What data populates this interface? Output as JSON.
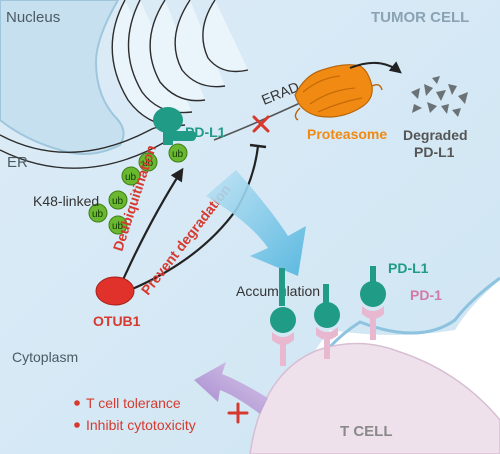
{
  "labels": {
    "nucleus": "Nucleus",
    "tumor_cell": "TUMOR CELL",
    "er": "ER",
    "erad": "ERAD",
    "proteasome": "Proteasome",
    "degraded_line1": "Degraded",
    "degraded_line2": "PD-L1",
    "pdl1_top": "PD-L1",
    "k48": "K48-linked",
    "ub": "ub",
    "deubiquitination": "Deubiquitination",
    "prevent_degradation": "Prevent degradation",
    "otub1": "OTUB1",
    "accumulation": "Accumulation",
    "pdl1_membrane": "PD-L1",
    "pd1": "PD-1",
    "cytoplasm": "Cytoplasm",
    "t_cell": "T CELL"
  },
  "outcomes": [
    "T cell tolerance",
    "Inhibit cytotoxicity"
  ],
  "colors": {
    "cytoplasm": "#d6eaf6",
    "nucleus": "#c9e1f0",
    "er": "#e6f2fa",
    "pdl1": "#1f9b86",
    "pd1": "#e7b8cf",
    "ub": "#6ab830",
    "otub1": "#e0322a",
    "proteasome": "#f08a12",
    "red_text": "#d63a2f",
    "fragments": "#6b7276",
    "tcell": "#efe1ec"
  }
}
